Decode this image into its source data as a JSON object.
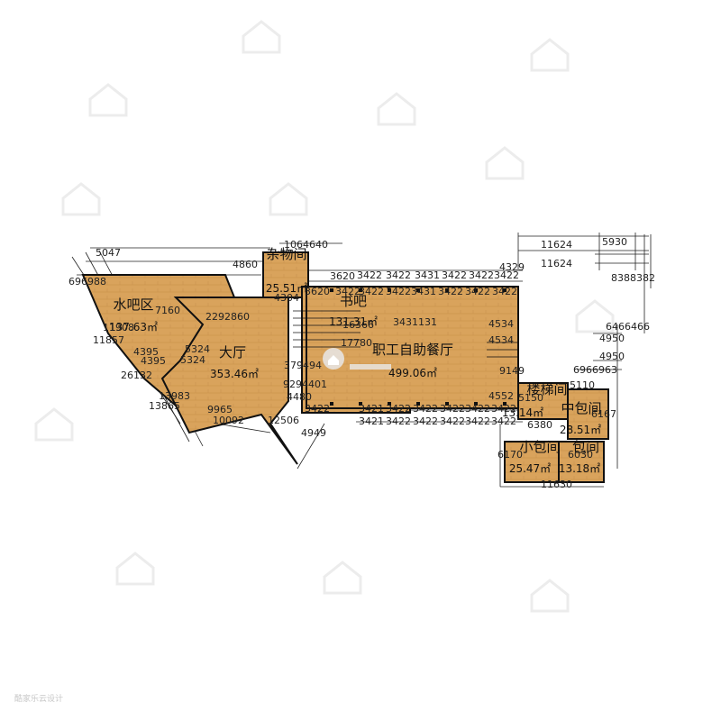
{
  "rooms": {
    "dining": {
      "name": "职工自助餐厅",
      "area": "499.06㎡"
    },
    "lobby": {
      "name": "大厅",
      "area": "353.46㎡"
    },
    "water_bar": {
      "name": "水吧区",
      "area": "137.63㎡"
    },
    "book_bar": {
      "name": "书吧",
      "area": "131.31㎡"
    },
    "storage": {
      "name": "杂物间",
      "area": "25.51㎡"
    },
    "stairs": {
      "name": "楼梯间",
      "area": "13.14㎡"
    },
    "private_a": {
      "name": "中包间",
      "area": "28.51㎡"
    },
    "private_b": {
      "name": "小包间",
      "area": "25.47㎡"
    },
    "private_c": {
      "name": "包间",
      "area": "13.18㎡"
    }
  },
  "dims": {
    "top_11624_a": "11624",
    "top_5930": "5930",
    "top_11624_b": "11624",
    "r_8388382": "8388382",
    "r_6466466": "6466466",
    "r_4950_a": "4950",
    "r_4950_b": "4950",
    "r_6966963": "6966963",
    "r_5110": "5110",
    "r_6167": "6167",
    "r_6030": "6030",
    "r_6170": "6170",
    "r_11630": "11630",
    "r_6380": "6380",
    "r_5150": "5150",
    "l_5047": "5047",
    "l_696988": "696988",
    "l_11908": "11908",
    "l_11857": "11857",
    "l_4395_a": "4395",
    "l_4395_b": "4395",
    "l_26132": "26132",
    "l_13983": "13983",
    "l_13865": "13865",
    "l_9965": "9965",
    "l_10092": "10092",
    "l_5324_a": "5324",
    "l_5324_b": "5324",
    "l_7160": "7160",
    "l_2292860": "2292860",
    "l_4860": "4860",
    "l_1064640": "1064640",
    "l_3620_a": "3620",
    "l_3620_b": "3620",
    "l_4304": "4304",
    "l_379494": "379494",
    "l_9294401": "9294401",
    "l_4480": "4480",
    "l_12506": "12506",
    "l_4949": "4949",
    "l_17780": "17780",
    "l_16366": "16366",
    "l_3431131": "3431131",
    "s_3422": "3422",
    "s_3421": "3421",
    "s_3431": "3431",
    "s_4534": "4534",
    "s_4552": "4552",
    "s_4329": "4329",
    "s_9149": "9149"
  },
  "footer": {
    "text": "酷家乐云设计"
  },
  "colors": {
    "floor": "#d9a35c",
    "floor_dark": "#c88e45",
    "wall": "#111111"
  },
  "icons": {
    "watermark": "house-logo-watermark",
    "center_logo": "kujiale-logo"
  }
}
